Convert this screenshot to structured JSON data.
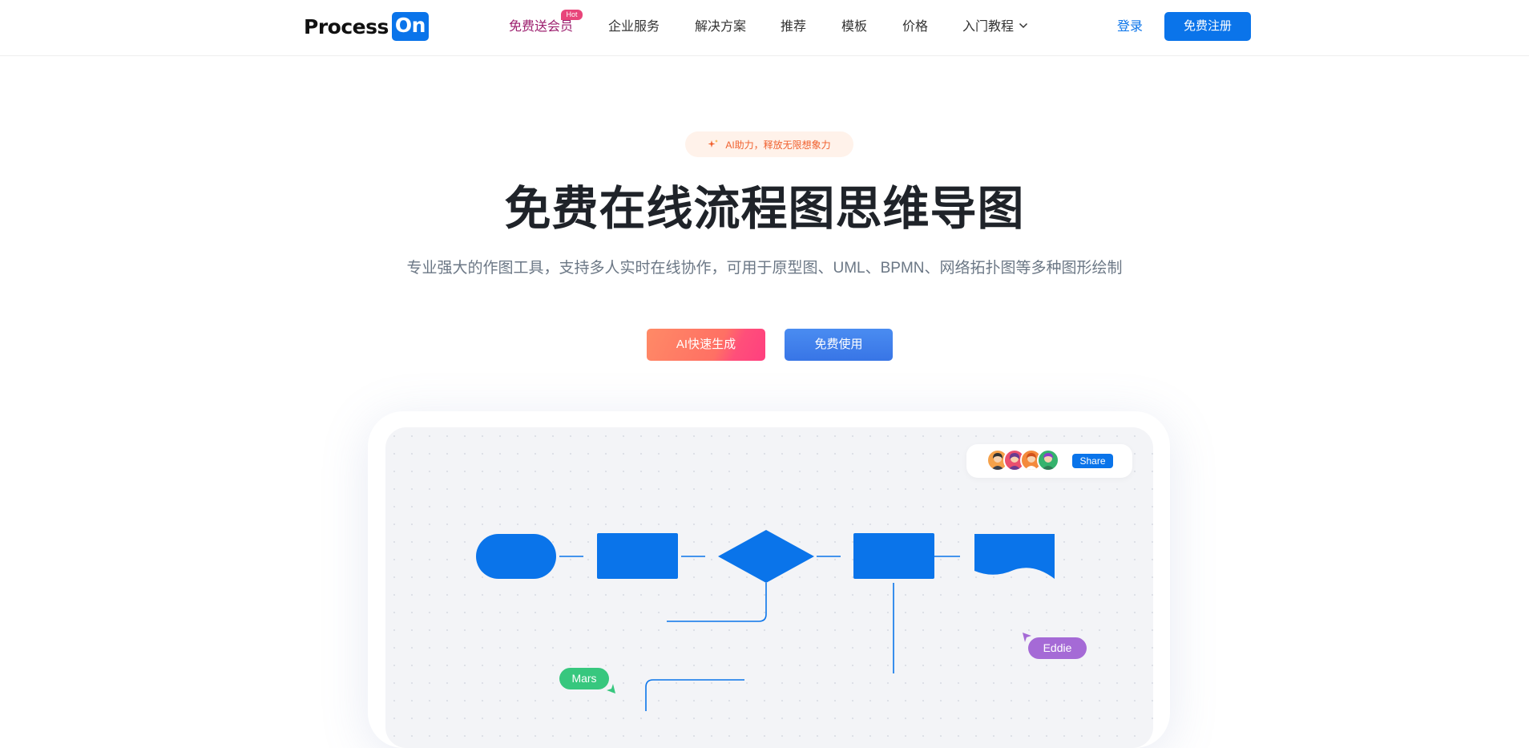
{
  "header": {
    "logo_text": "Process",
    "logo_badge": "On",
    "nav": [
      {
        "label": "免费送会员",
        "badge": "Hot"
      },
      {
        "label": "企业服务"
      },
      {
        "label": "解决方案"
      },
      {
        "label": "推荐"
      },
      {
        "label": "模板"
      },
      {
        "label": "价格"
      },
      {
        "label": "入门教程"
      }
    ],
    "login_label": "登录",
    "register_label": "免费注册"
  },
  "hero": {
    "pill_text": "AI助力，释放无限想象力",
    "title": "免费在线流程图思维导图",
    "subtitle": "专业强大的作图工具，支持多人实时在线协作，可用于原型图、UML、BPMN、网络拓扑图等多种图形绘制",
    "ai_button": "AI快速生成",
    "free_button": "免费使用"
  },
  "preview": {
    "share_label": "Share",
    "cursor_tags": [
      {
        "name": "Eddie",
        "color": "#a56ad6"
      },
      {
        "name": "Mars",
        "color": "#37c77e"
      }
    ],
    "shape_color": "#0a74ea"
  },
  "colors": {
    "brand": "#0a74ea",
    "vip": "#9c1e6e",
    "hot": "#e8457a"
  }
}
